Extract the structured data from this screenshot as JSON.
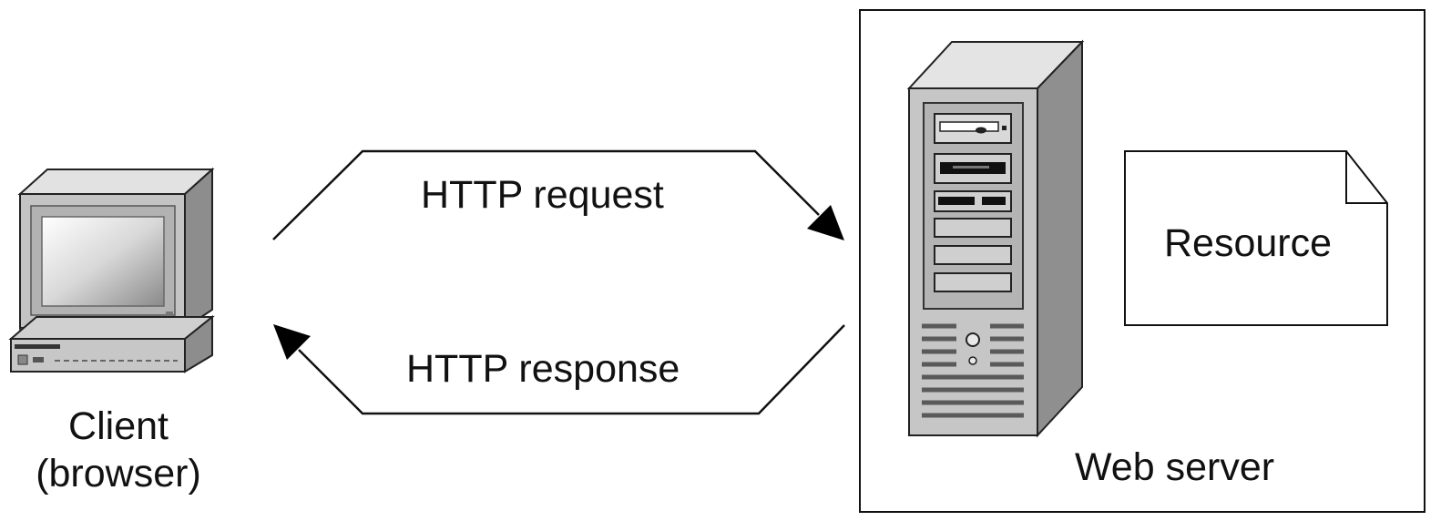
{
  "client": {
    "line1": "Client",
    "line2": "(browser)",
    "icon": "desktop-computer-icon"
  },
  "arrows": {
    "request_label": "HTTP request",
    "response_label": "HTTP response"
  },
  "server": {
    "label": "Web server",
    "icon": "tower-server-icon",
    "resource_label": "Resource",
    "resource_icon": "document-icon"
  }
}
